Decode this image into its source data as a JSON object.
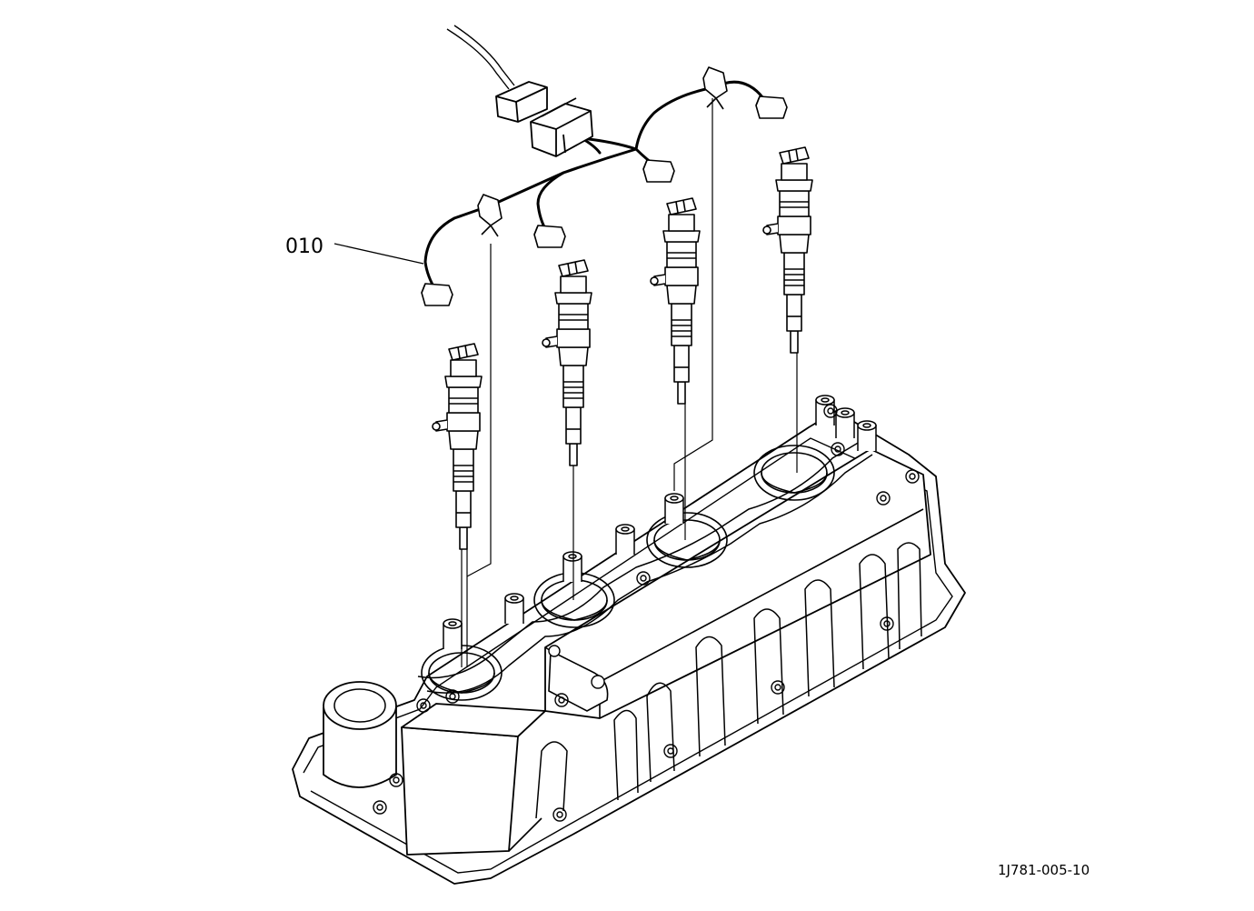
{
  "diagram": {
    "callouts": [
      {
        "id": "010",
        "part": "injector-harness"
      }
    ],
    "figure_code": "1J781-005-10",
    "colors": {
      "ink": "#000000",
      "paper": "#ffffff"
    }
  }
}
